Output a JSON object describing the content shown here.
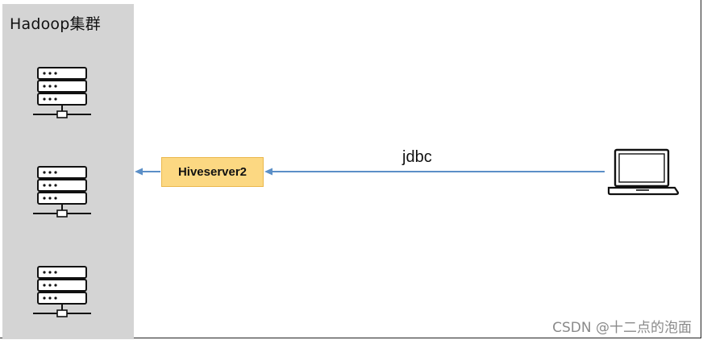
{
  "cluster": {
    "title": "Hadoop集群",
    "node_count": 3
  },
  "hiveserver": {
    "label": "Hiveserver2"
  },
  "connection": {
    "label": "jdbc"
  },
  "watermark": {
    "text": "CSDN @十二点的泡面"
  },
  "colors": {
    "cluster_bg": "#d4d4d4",
    "hive_fill": "#fcd882",
    "hive_border": "#eab84d",
    "arrow": "#5b8fc7",
    "watermark": "#8a8a8a"
  },
  "icons": {
    "server": "server-rack-icon",
    "client": "laptop-icon"
  }
}
